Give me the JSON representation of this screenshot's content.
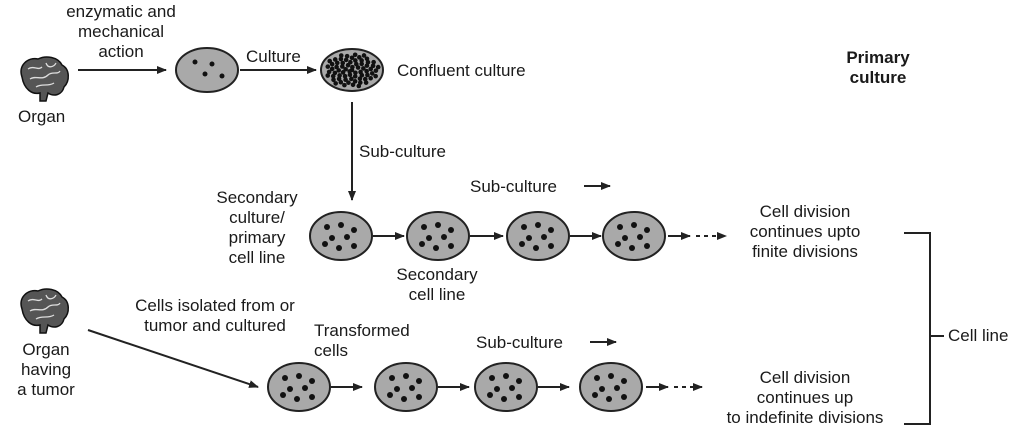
{
  "labels": {
    "enzymatic": [
      "enzymatic and",
      "mechanical",
      "action"
    ],
    "organ": "Organ",
    "culture": "Culture",
    "confluent": "Confluent culture",
    "primary": [
      "Primary",
      "culture"
    ],
    "subculture_v": "Sub-culture",
    "secondary_left": [
      "Secondary",
      "culture/",
      "primary",
      "cell line"
    ],
    "subculture_top": "Sub-culture",
    "secondary_cell_line": [
      "Secondary",
      "cell line"
    ],
    "finite": [
      "Cell division",
      "continues upto",
      "finite divisions"
    ],
    "cell_line": "Cell line",
    "cells_isolated": [
      "Cells isolated from or",
      "tumor and cultured"
    ],
    "transformed": [
      "Transformed",
      "cells"
    ],
    "subculture_bottom": "Sub-culture",
    "organ_tumor": [
      "Organ",
      "having",
      "a tumor"
    ],
    "indefinite": [
      "Cell division",
      "continues up",
      "to indefinite divisions"
    ]
  },
  "icons": [
    "brain-icon",
    "brain-icon"
  ],
  "colors": {
    "cell_fill": "#a9a9a9",
    "stroke": "#222222",
    "dot": "#111111"
  }
}
